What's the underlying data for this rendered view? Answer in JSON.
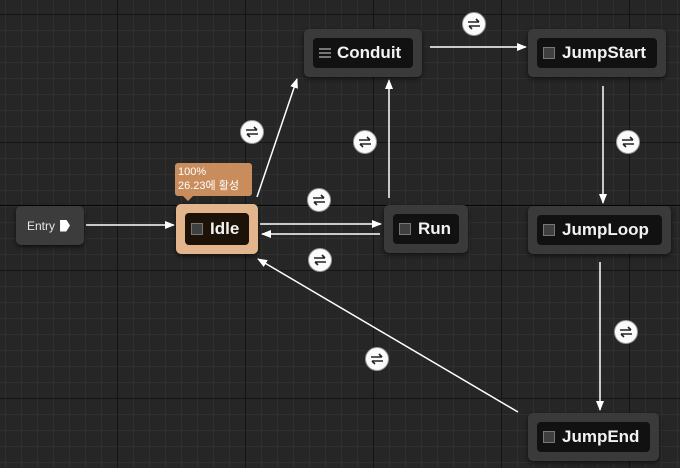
{
  "entry": {
    "label": "Entry"
  },
  "states": {
    "idle": {
      "label": "Idle",
      "active": true
    },
    "conduit": {
      "label": "Conduit"
    },
    "run": {
      "label": "Run"
    },
    "jumpstart": {
      "label": "JumpStart"
    },
    "jumploop": {
      "label": "JumpLoop"
    },
    "jumpend": {
      "label": "JumpEnd"
    }
  },
  "active_state_tooltip": {
    "weight": "100%",
    "time": "26.23에 활성"
  },
  "transition_icon": "transition-rule-icon",
  "colors": {
    "active_state": "#e3b58c",
    "tooltip": "#c98c5d",
    "node": "#3a3a3a",
    "grid_bg": "#262626",
    "wire": "#ffffff"
  }
}
